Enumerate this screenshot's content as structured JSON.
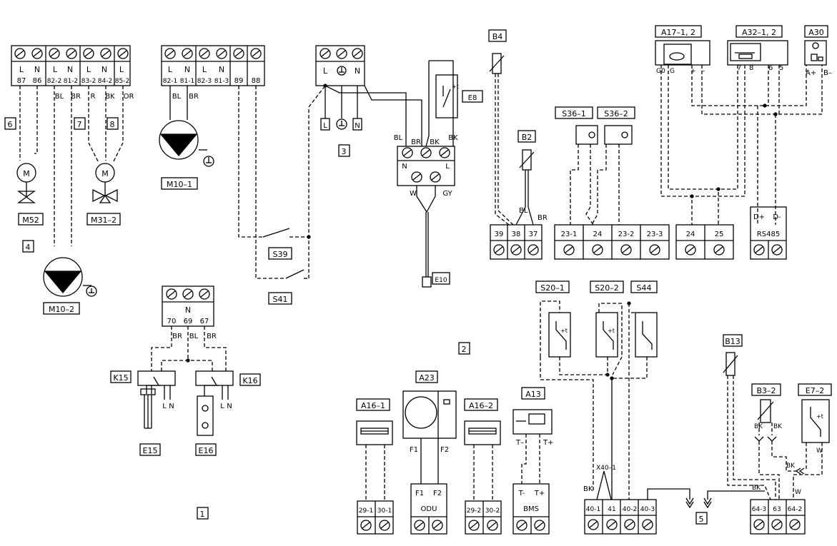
{
  "terminals": {
    "tb_top_left": [
      "L",
      "N",
      "L",
      "N",
      "L",
      "N",
      "L"
    ],
    "tb_top_left_nums": [
      "87",
      "86",
      "82-2",
      "81-2",
      "83-2",
      "84-2",
      "85-2"
    ],
    "tb_wires_left": [
      "BL",
      "BR",
      "R",
      "BK",
      "OR"
    ],
    "tb_pump1": [
      "L",
      "N",
      "L",
      "N"
    ],
    "tb_pump1_nums": [
      "82-1",
      "81-1",
      "82-3",
      "81-3",
      "89",
      "88"
    ],
    "tb_pump1_wires": [
      "BL",
      "BR"
    ],
    "tb_mains": [
      "L",
      "N"
    ],
    "tb_mains_loose": [
      "L",
      "N"
    ],
    "tb_k": [
      "N"
    ],
    "tb_k_nums": [
      "70",
      "69",
      "67"
    ],
    "tb_k_wires": [
      "BR",
      "BL",
      "BR"
    ],
    "tb_sensor": [
      "39",
      "38",
      "37"
    ],
    "tb_s36": [
      "23-1",
      "24",
      "23-2",
      "23-3"
    ],
    "tb_2425": [
      "24",
      "25"
    ],
    "tb_rs485": [
      "D+",
      "D-",
      "RS485"
    ],
    "tb_bottom": [
      "29-1",
      "30-1",
      "F1",
      "F2",
      "ODU",
      "29-2",
      "30-2",
      "T-",
      "T+",
      "BMS"
    ],
    "tb_x40": [
      "40-1",
      "41",
      "40-2",
      "40-3"
    ],
    "tb_64": [
      "64-3",
      "63",
      "64-2"
    ]
  },
  "labels": {
    "M52": "M52",
    "M31_2": "M31–2",
    "M10_1": "M10–1",
    "M10_2": "M10–2",
    "E8": "E8",
    "E10": "E10",
    "E15": "E15",
    "E16": "E16",
    "K15": "K15",
    "K16": "K16",
    "S39": "S39",
    "S41": "S41",
    "B4": "B4",
    "B2": "B2",
    "S36_1": "S36–1",
    "S36_2": "S36–2",
    "A17": "A17–1, 2",
    "A32": "A32–1, 2",
    "A30": "A30",
    "A16_1": "A16–1",
    "A23": "A23",
    "A16_2": "A16–2",
    "A13": "A13",
    "S20_1": "S20–1",
    "S20_2": "S20–2",
    "S44": "S44",
    "B13": "B13",
    "B3_2": "B3–2",
    "E7_2": "E7–2",
    "n1": "1",
    "n2": "2",
    "n3": "3",
    "n4": "4",
    "n5": "5",
    "n6": "6",
    "n7": "7",
    "n8": "8",
    "L": "L",
    "N": "N",
    "BL": "BL",
    "BR": "BR",
    "BK": "BK",
    "W": "W",
    "GY": "GY",
    "R": "R",
    "OR": "OR",
    "F1": "F1",
    "F2": "F2",
    "Tm": "T–",
    "Tp": "T+",
    "X40": "X40–1",
    "G0": "G0",
    "G": "G",
    "plus": "+",
    "minus": "–",
    "n7b": "7",
    "n8b": "8",
    "n6b": "6",
    "n5b": "5",
    "Ap": "A+",
    "Bm": "B–"
  }
}
